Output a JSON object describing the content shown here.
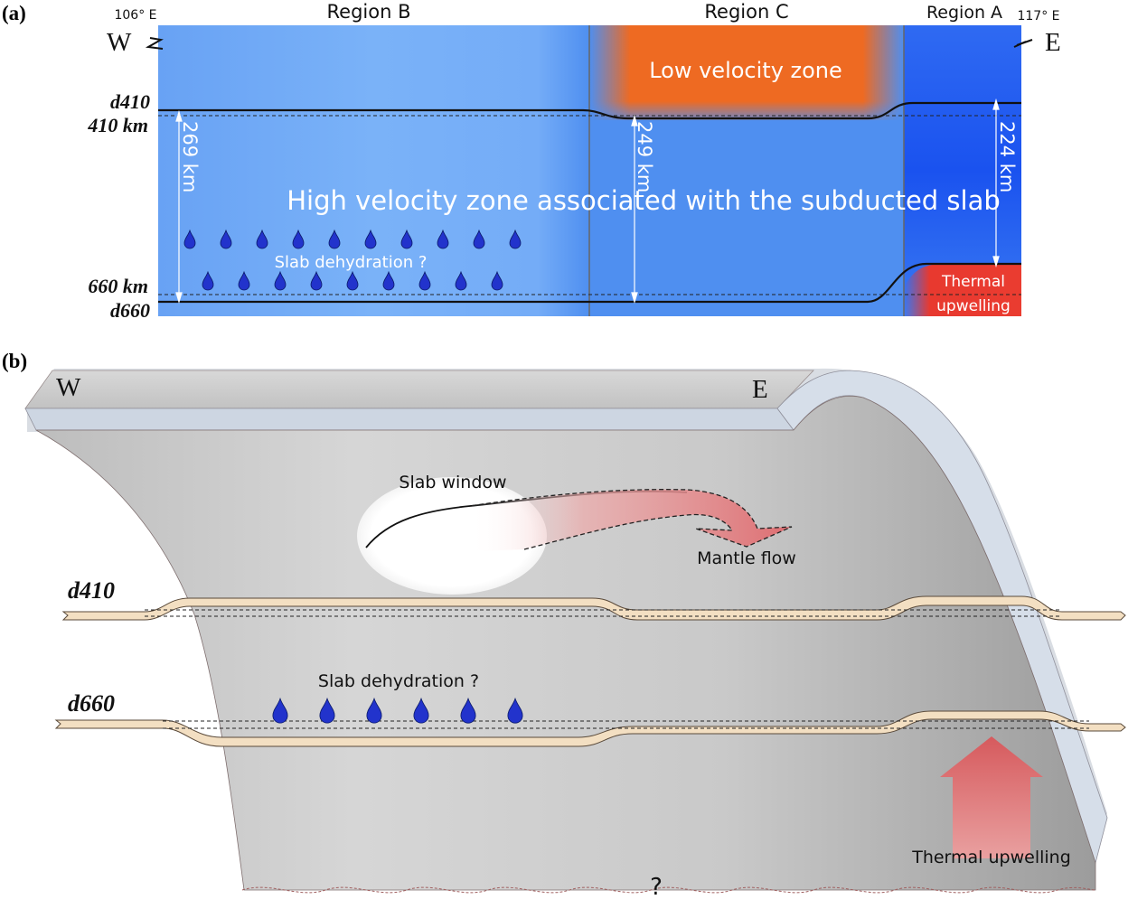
{
  "panel_a": {
    "label": "(a)",
    "lon_west": "106° E",
    "lon_east": "117° E",
    "dir_west": "W",
    "dir_east": "E",
    "region_b": "Region B",
    "region_c": "Region  C",
    "region_a": "Region A",
    "low_velocity": "Low velocity zone",
    "high_velocity": "High velocity zone associated with the subducted slab",
    "d410": "d410",
    "km410": "410 km",
    "km660": "660 km",
    "d660": "d660",
    "thick_b": "269 km",
    "thick_c": "249 km",
    "thick_a": "224 km",
    "slab_dehydration": "Slab dehydration ?",
    "thermal_line1": "Thermal",
    "thermal_line2": "upwelling",
    "colors": {
      "region_b_blue": "#74acf7",
      "region_c_blue": "#4f8ff0",
      "region_a_blue": "#1e5df0",
      "low_velocity_orange": "#ee6a22",
      "thermal_red": "#e8392f",
      "drop_blue": "#2233cc"
    }
  },
  "panel_b": {
    "label": "(b)",
    "dir_west": "W",
    "dir_east": "E",
    "slab_window": "Slab window",
    "mantle_flow": "Mantle flow",
    "d410": "d410",
    "d660": "d660",
    "slab_dehydration": "Slab dehydration ?",
    "thermal_upwelling": "Thermal upwelling",
    "unknown": "?",
    "colors": {
      "slab_gray": "#c8c8c8",
      "slab_edge_blue": "#d7dfe9",
      "discontinuity_beige": "#f3dfc2",
      "arrow_red": "#e27b7d"
    }
  }
}
